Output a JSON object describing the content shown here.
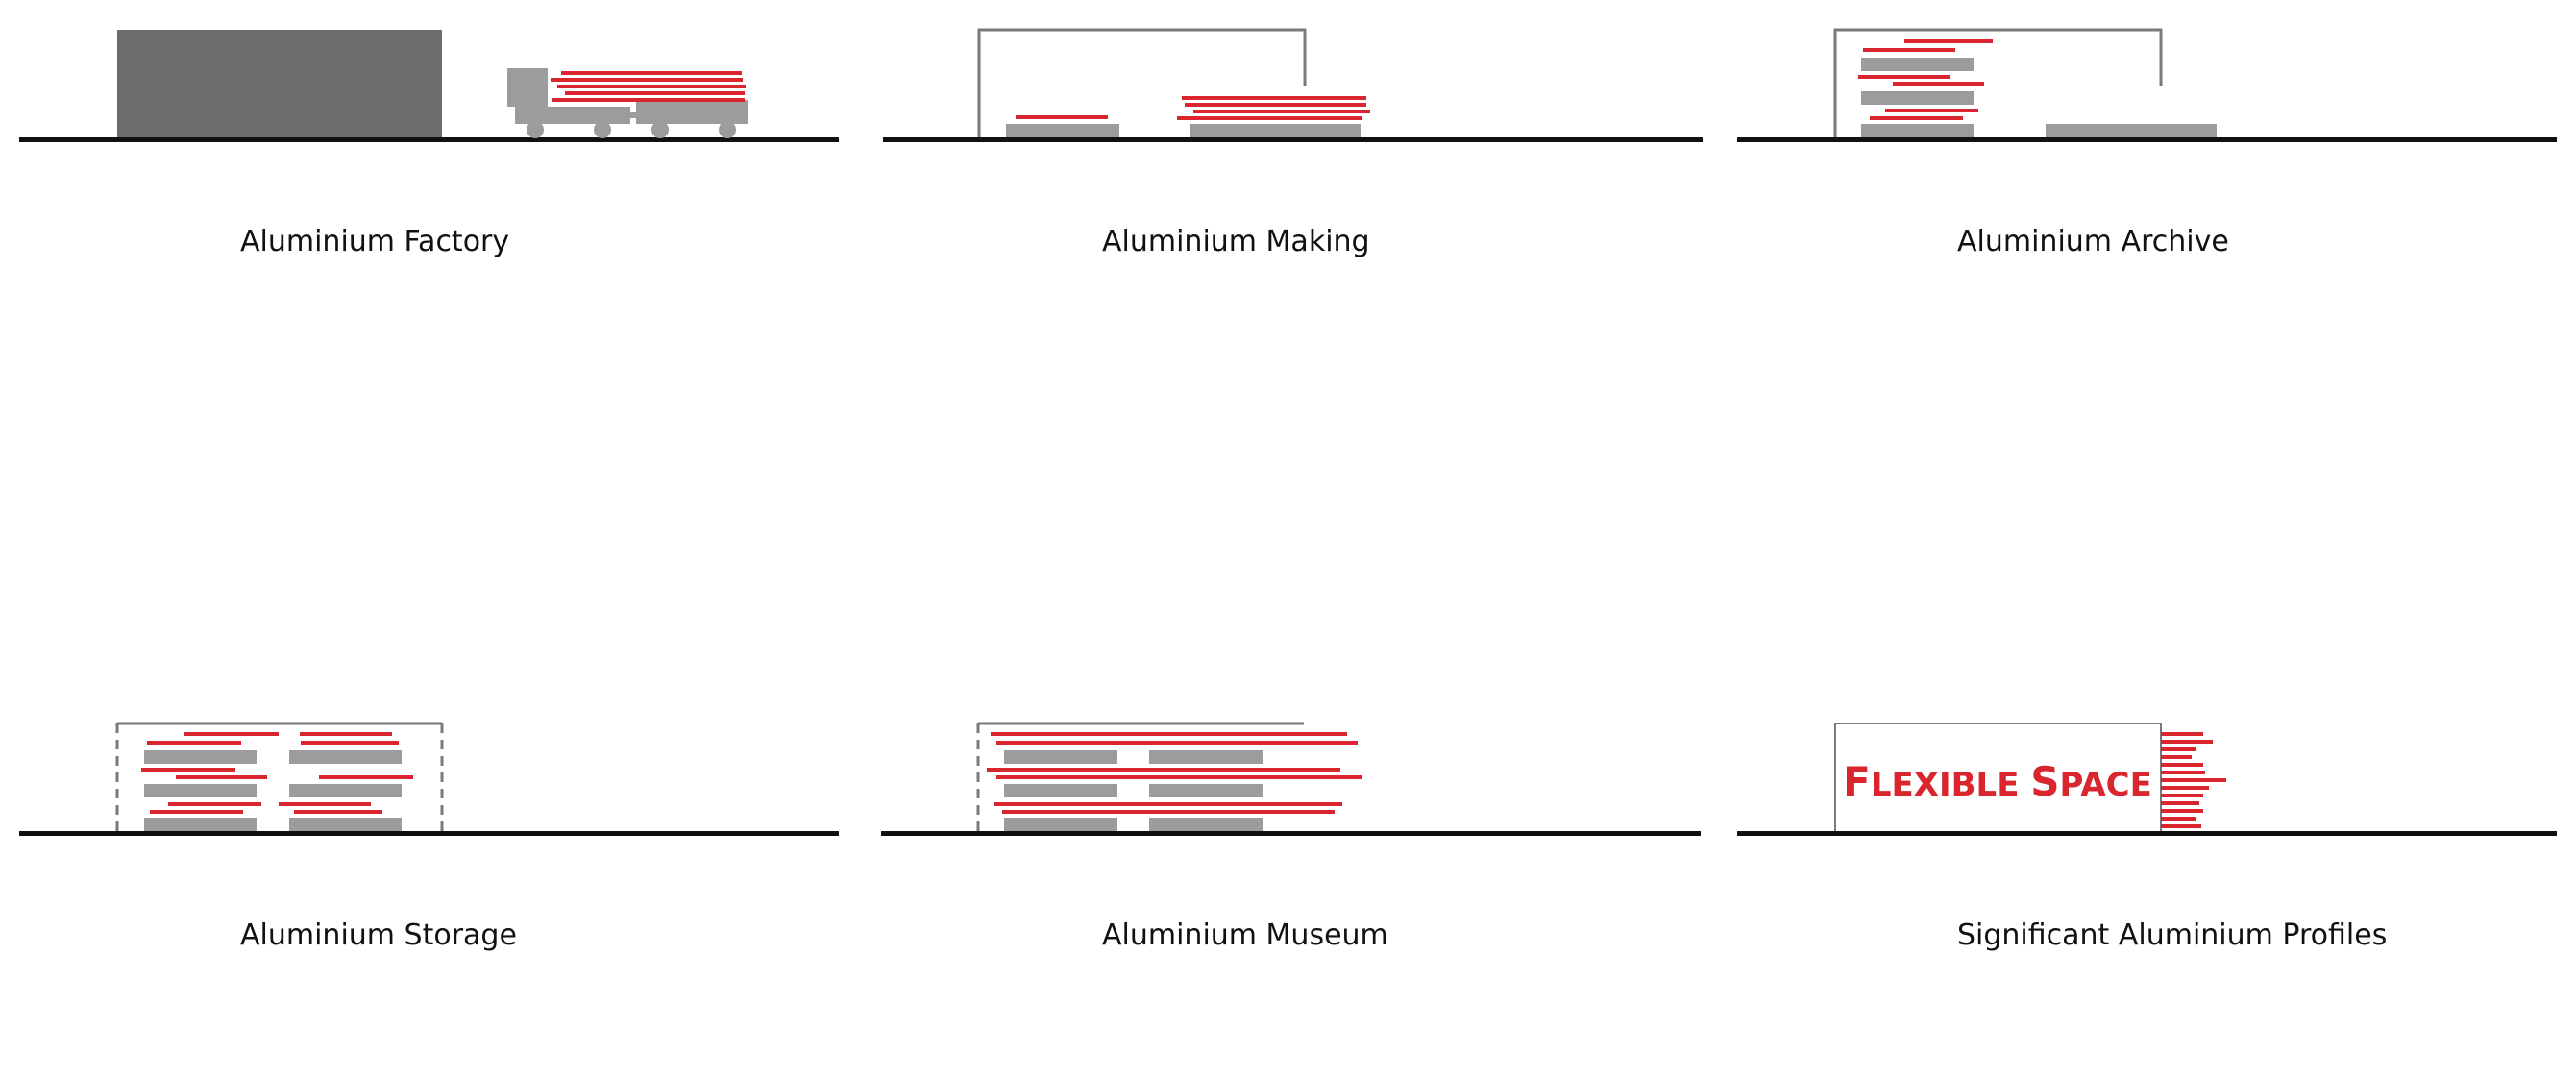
{
  "colors": {
    "ground": "#111111",
    "factory": "#6d6d70",
    "grey": "#9c9c9e",
    "frame": "#7a7a7c",
    "red": "#d9262e"
  },
  "panels": {
    "factory": {
      "label": "Aluminium Factory"
    },
    "making": {
      "label": "Aluminium Making"
    },
    "archive": {
      "label": "Aluminium Archive"
    },
    "storage": {
      "label": "Aluminium Storage"
    },
    "museum": {
      "label": "Aluminium Museum"
    },
    "profiles": {
      "label": "Significant Aluminium Profiles",
      "sign": {
        "first_initial": "F",
        "first_rest": "LEXIBLE",
        "second_initial": "S",
        "second_rest": "PACE"
      }
    }
  }
}
